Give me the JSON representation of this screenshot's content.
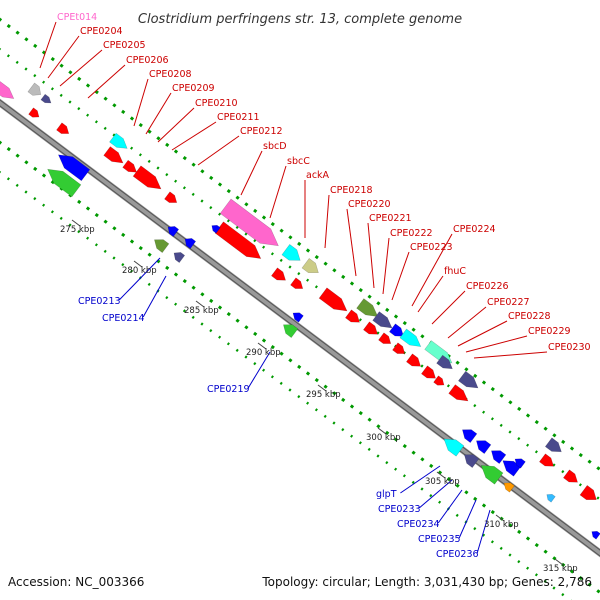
{
  "title": "Clostridium perfringens str. 13, complete genome",
  "footer": {
    "accession": "Accession: NC_003366",
    "summary": "Topology: circular; Length: 3,031,430 bp; Genes: 2,786"
  },
  "colors": {
    "backbone": "#999999",
    "red": "#ff0000",
    "blue": "#0000ff",
    "pink": "#ff66cc",
    "cyan": "#00ffff",
    "green": "#33cc33",
    "olive": "#669933",
    "khaki": "#cccc88",
    "slate": "#4a4a8c",
    "aqua": "#66ffcc",
    "orange": "#ff9900",
    "lightblue": "#33bbff",
    "grey": "#bbbbbb",
    "label_red": "#cc0000",
    "label_blue": "#0000cc",
    "label_pink": "#ff66cc",
    "dots": "#009900"
  },
  "ticks": [
    {
      "label": "275 kbp"
    },
    {
      "label": "280 kbp"
    },
    {
      "label": "285 kbp"
    },
    {
      "label": "290 kbp"
    },
    {
      "label": "295 kbp"
    },
    {
      "label": "300 kbp"
    },
    {
      "label": "305 kbp"
    },
    {
      "label": "310 kbp"
    },
    {
      "label": "315 kbp"
    }
  ],
  "plus_labels": [
    {
      "text": "CPEt014",
      "color": "pink"
    },
    {
      "text": "CPE0204",
      "color": "red"
    },
    {
      "text": "CPE0205",
      "color": "red"
    },
    {
      "text": "CPE0206",
      "color": "red"
    },
    {
      "text": "CPE0208",
      "color": "red"
    },
    {
      "text": "CPE0209",
      "color": "red"
    },
    {
      "text": "CPE0210",
      "color": "red"
    },
    {
      "text": "CPE0211",
      "color": "red"
    },
    {
      "text": "CPE0212",
      "color": "red"
    },
    {
      "text": "sbcD",
      "color": "red"
    },
    {
      "text": "sbcC",
      "color": "red"
    },
    {
      "text": "ackA",
      "color": "red"
    },
    {
      "text": "CPE0218",
      "color": "red"
    },
    {
      "text": "CPE0220",
      "color": "red"
    },
    {
      "text": "CPE0221",
      "color": "red"
    },
    {
      "text": "CPE0222",
      "color": "red"
    },
    {
      "text": "CPE0223",
      "color": "red"
    },
    {
      "text": "CPE0224",
      "color": "red"
    },
    {
      "text": "fhuC",
      "color": "red"
    },
    {
      "text": "CPE0226",
      "color": "red"
    },
    {
      "text": "CPE0227",
      "color": "red"
    },
    {
      "text": "CPE0228",
      "color": "red"
    },
    {
      "text": "CPE0229",
      "color": "red"
    },
    {
      "text": "CPE0230",
      "color": "red"
    }
  ],
  "minus_labels": [
    {
      "text": "CPE0213",
      "color": "blue"
    },
    {
      "text": "CPE0214",
      "color": "blue"
    },
    {
      "text": "CPE0219",
      "color": "blue"
    },
    {
      "text": "glpT",
      "color": "blue"
    },
    {
      "text": "CPE0233",
      "color": "blue"
    },
    {
      "text": "CPE0234",
      "color": "blue"
    },
    {
      "text": "CPE0235",
      "color": "blue"
    },
    {
      "text": "CPE0236",
      "color": "blue"
    }
  ]
}
